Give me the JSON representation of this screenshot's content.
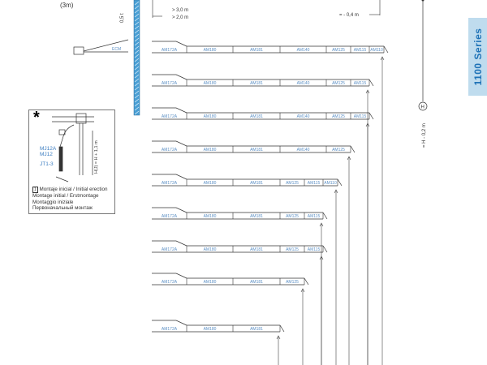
{
  "top": {
    "mast_load": "0,5 t",
    "mast_label": "(3m)",
    "clearance_a": "> 3,0 m",
    "clearance_b": "> 2,0 m",
    "offset_right": "= - 0,4 m",
    "counter_jib": "ECM",
    "height_symbol": "H",
    "height_note": "= H - 0,2 m"
  },
  "legend": {
    "star": "*",
    "parts": [
      "MJ12A",
      "MJ12",
      "JT1-3"
    ],
    "dimension": "H(J) = H + 1,1 m",
    "marker": "1",
    "lines": [
      "Montaje inicial / Initial erection",
      "Montage initial / Erstmontage",
      "Montaggio iniziale",
      "Первоначальный монтаж"
    ]
  },
  "side_tab": "1100 Series",
  "jib_configs": [
    {
      "sections": [
        "AM172A",
        "AM180",
        "AM181",
        "AM140",
        "AM125",
        "AM115",
        "AM110"
      ]
    },
    {
      "sections": [
        "AM172A",
        "AM180",
        "AM181",
        "AM140",
        "AM125",
        "AM115"
      ]
    },
    {
      "sections": [
        "AM172A",
        "AM180",
        "AM181",
        "AM140",
        "AM125",
        "AM115"
      ]
    },
    {
      "sections": [
        "AM172A",
        "AM180",
        "AM181",
        "AM140",
        "AM125"
      ]
    },
    {
      "sections": [
        "AM172A",
        "AM180",
        "AM181",
        "AM125",
        "AM115",
        "AM110"
      ]
    },
    {
      "sections": [
        "AM172A",
        "AM180",
        "AM181",
        "AM125",
        "AM115"
      ]
    },
    {
      "sections": [
        "AM172A",
        "AM180",
        "AM181",
        "AM125",
        "AM115"
      ]
    },
    {
      "sections": [
        "AM172A",
        "AM180",
        "AM181",
        "AM125"
      ]
    },
    {
      "sections": [
        "AM172A",
        "AM180",
        "AM181"
      ]
    }
  ],
  "colors": {
    "mast": "#4a9fd4",
    "label": "#5b8fc4",
    "tab": "#bfdcee",
    "tab_text": "#1f73b7"
  }
}
